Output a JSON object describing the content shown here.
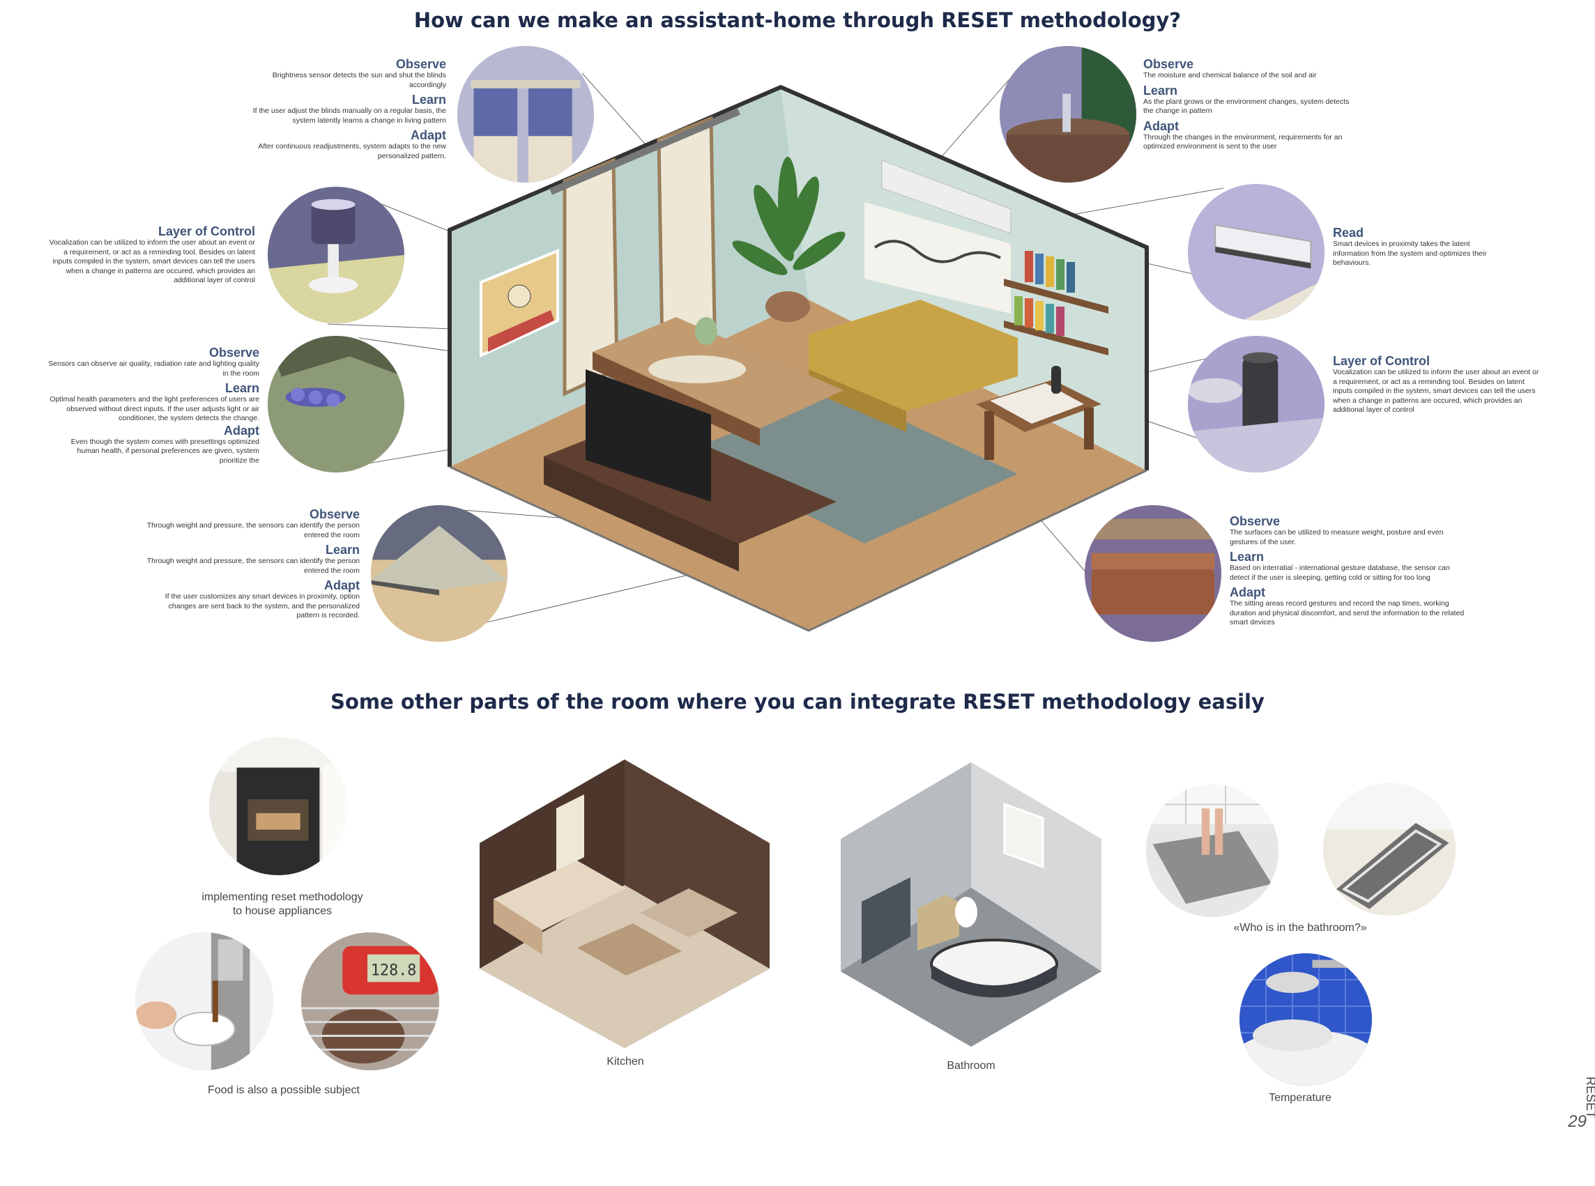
{
  "titles": {
    "main": "How can we make an assistant-home through RESET methodology?",
    "sub": "Some other parts of the room where you can integrate RESET methodology easily"
  },
  "annotations": {
    "blinds": [
      {
        "heading": "Observe",
        "text": "Brightness sensor detects the sun and shut the blinds accordingly"
      },
      {
        "heading": "Learn",
        "text": "If the user adjust the blinds manually on a regular basis, the system latently learns a change in living pattern"
      },
      {
        "heading": "Adapt",
        "text": "After continuous readjustments, system adapts to the new personalized pattern."
      }
    ],
    "lamp": [
      {
        "heading": "Layer of Control",
        "text": "Vocalization can be utilized to inform the user about an event or a requirement, or act as a reminding tool. Besides on latent inputs compiled in the system, smart devices can tell the users when a change in patterns are occured, which provides an additional layer of control"
      }
    ],
    "sensor": [
      {
        "heading": "Observe",
        "text": "Sensors can observe air quality, radiation rate and lighting quality in the room"
      },
      {
        "heading": "Learn",
        "text": "Optimal health parameters and the light preferences of users are observed without direct inputs. If the user adjusts light or air conditioner, the system detects the change."
      },
      {
        "heading": "Adapt",
        "text": "Even though the system comes with presettings optimized human  health, if personal preferences are given, system prioritize the"
      }
    ],
    "floor": [
      {
        "heading": "Observe",
        "text": "Through weight and pressure, the sensors can identify the person entered the room"
      },
      {
        "heading": "Learn",
        "text": "Through weight and pressure, the sensors can identify the person entered the room"
      },
      {
        "heading": "Adapt",
        "text": "If the user customizes any smart devices in proximity, option changes are sent back to the system, and the personalized pattern is recorded."
      }
    ],
    "plant": [
      {
        "heading": "Observe",
        "text": "The moisture and chemical balance of the soil and air"
      },
      {
        "heading": "Learn",
        "text": "As the plant grows or the environment changes, system detects the change in pattern"
      },
      {
        "heading": "Adapt",
        "text": "Through the changes in the environment, requirements for an optimized environment is sent to the user"
      }
    ],
    "ac": [
      {
        "heading": "Read",
        "text": "Smart devices in proximity takes the latent information from the system and optimizes their behaviours."
      }
    ],
    "speaker": [
      {
        "heading": "Layer of Control",
        "text": "Vocalization can be utilized to inform the user about an event or a requirement, or act as a reminding tool. Besides on latent inputs compiled in the system, smart devices can tell the users when a change in patterns are occured, which provides an additional layer of control"
      }
    ],
    "sofa": [
      {
        "heading": "Observe",
        "text": "The surfaces can be utilized to measure weight, posture and even gestures of the user."
      },
      {
        "heading": "Learn",
        "text": "Based on interratial - international gesture database, the sensor can detect if the user is sleeping, getting cold or sitting for too long"
      },
      {
        "heading": "Adapt",
        "text": "The sitting areas record gestures and record the nap times, working duration and physical discomfort, and send the information to the related smart devices"
      }
    ]
  },
  "captions": {
    "appliances": "implementing reset methodology\nto house appliances",
    "food": "Food is also a possible subject",
    "kitchen": "Kitchen",
    "bathroom": "Bathroom",
    "who": "«Who is in the bathroom?»",
    "temperature": "Temperature"
  },
  "thermometer_reading": "128.8",
  "side_label": "RESET",
  "page_number": "29",
  "colors": {
    "heading": "#3f5478",
    "title": "#1e2a4a",
    "wall": "#c9dcd6",
    "floor": "#c49a6c",
    "sofa": "#c9a447"
  }
}
